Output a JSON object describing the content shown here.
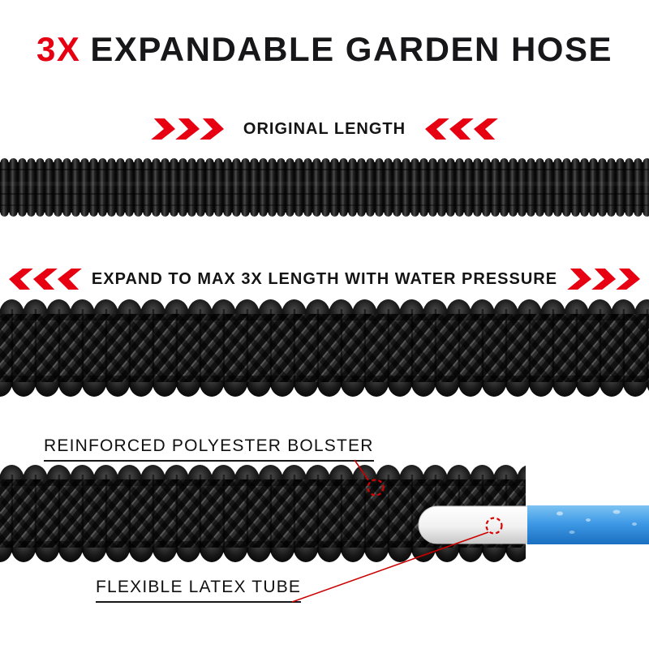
{
  "colors": {
    "accent_red": "#e60012",
    "ink": "#17171a",
    "hose_black": "#0b0b0b",
    "tube_white": "#f5f5f5",
    "tube_blue": "#2e8fdc",
    "background": "#ffffff"
  },
  "title": {
    "highlight": "3X",
    "text": "EXPANDABLE GARDEN HOSE"
  },
  "original_section": {
    "label": "ORIGINAL LENGTH"
  },
  "expanded_section": {
    "label": "EXPAND TO MAX 3X LENGTH WITH WATER PRESSURE"
  },
  "callouts": {
    "bolster_label": "REINFORCED POLYESTER BOLSTER",
    "latex_tube_label": "FLEXIBLE LATEX TUBE"
  },
  "icons": {
    "inward_left": "chevron-right-icon",
    "inward_right": "chevron-left-icon",
    "outward_left": "chevron-left-icon",
    "outward_right": "chevron-right-icon",
    "annotation_marker": "dashed-circle-icon"
  }
}
